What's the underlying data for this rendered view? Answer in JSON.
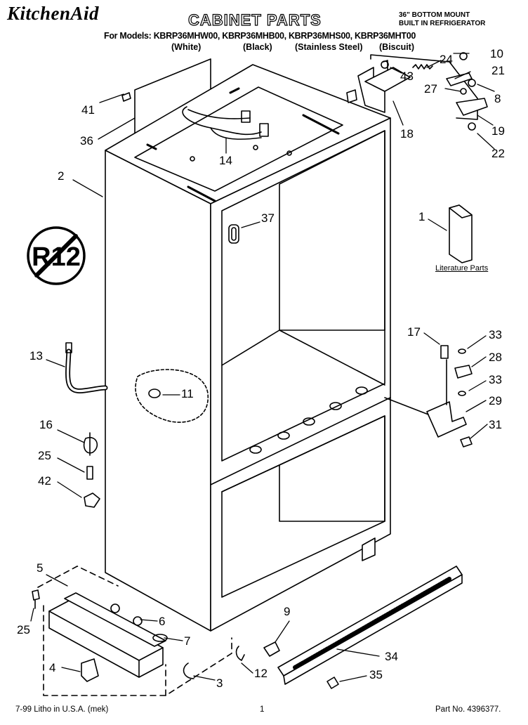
{
  "header": {
    "brand": "KitchenAid",
    "title": "CABINET PARTS",
    "corner_line1": "36\" BOTTOM MOUNT",
    "corner_line2": "BUILT IN REFRIGERATOR",
    "models_line": "For Models: KBRP36MHW00, KBRP36MHB00, KBRP36MHS00, KBRP36MHT00",
    "variants": [
      "(White)",
      "(Black)",
      "(Stainless Steel)",
      "(Biscuit)"
    ]
  },
  "literature_label": "Literature Parts",
  "callouts": [
    "10",
    "24",
    "43",
    "21",
    "41",
    "27",
    "8",
    "36",
    "18",
    "19",
    "14",
    "22",
    "2",
    "37",
    "1",
    "17",
    "33",
    "13",
    "28",
    "11",
    "33",
    "29",
    "16",
    "31",
    "25",
    "42",
    "5",
    "6",
    "9",
    "25",
    "7",
    "34",
    "4",
    "12",
    "35",
    "3"
  ],
  "footer": {
    "left": "7-99 Litho in U.S.A. (mek)",
    "center": "1",
    "right": "Part No. 4396377."
  }
}
